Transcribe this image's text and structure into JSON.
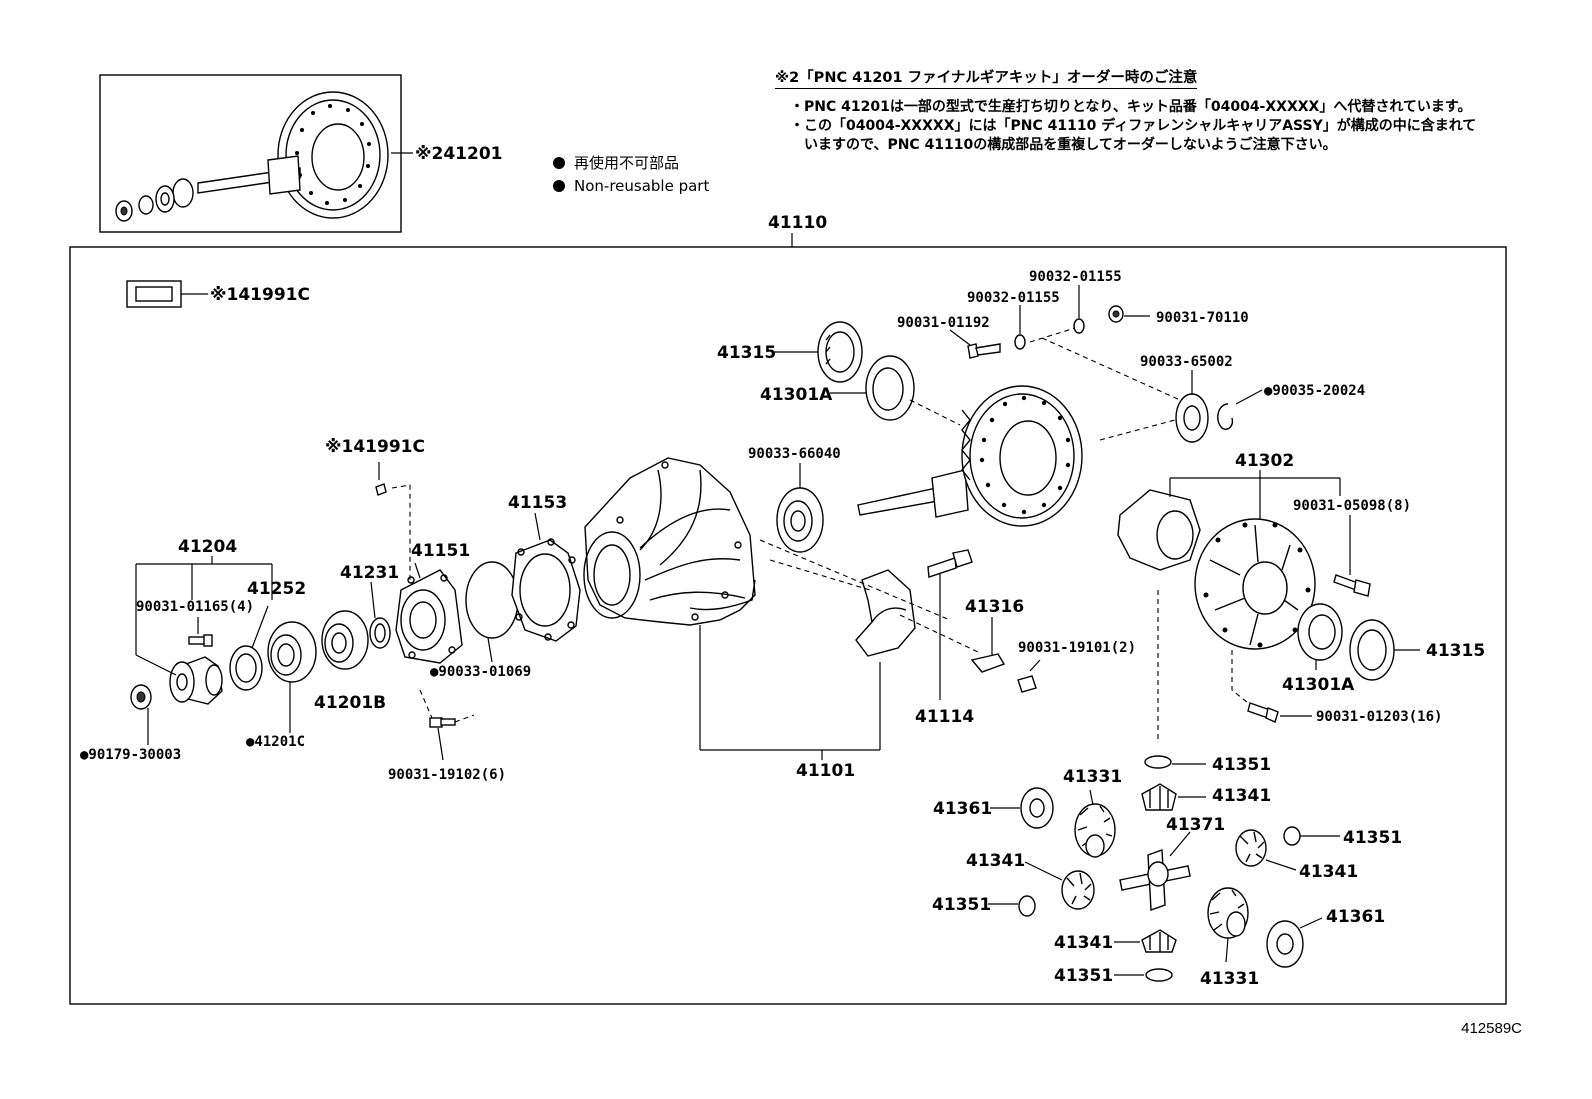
{
  "header_note": {
    "title": "※2「PNC 41201 ファイナルギアキット」オーダー時のご注意",
    "items": [
      "・PNC 41201は一部の型式で生産打ち切りとなり、キット品番「04004-XXXXX」へ代替されています。",
      "・この「04004-XXXXX」には「PNC 41110 ディファレンシャルキャリアASSY」が構成の中に含まれていますので、PNC 41110の構成部品を重複してオーダーしないようご注意下さい。"
    ]
  },
  "legend": {
    "jp": "再使用不可部品",
    "en": "Non-reusable part"
  },
  "figure_id": "412589C",
  "labels": {
    "kit_41201": "※241201",
    "assy_41110": "41110",
    "seal_41991c_top": "※141991C",
    "seal_41991c_mid": "※141991C",
    "p41204": "41204",
    "p41252": "41252",
    "p90031_01165": "90031-01165(4)",
    "p90179_30003": "●90179-30003",
    "p41201c": "●41201C",
    "p41201b": "41201B",
    "p41231": "41231",
    "p41151": "41151",
    "p90033_01069": "●90033-01069",
    "p90031_19102": "90031-19102(6)",
    "p41153": "41153",
    "p41101": "41101",
    "p90033_66040": "90033-66040",
    "p41315_top": "41315",
    "p41301a_top": "41301A",
    "p90031_01192": "90031-01192",
    "p90032_01155_a": "90032-01155",
    "p90032_01155_b": "90032-01155",
    "p90031_70110": "90031-70110",
    "p90033_65002": "90033-65002",
    "p90035_20024": "●90035-20024",
    "p41316": "41316",
    "p90031_19101": "90031-19101(2)",
    "p41114": "41114",
    "p41302": "41302",
    "p90031_05098": "90031-05098(8)",
    "p41315_right": "41315",
    "p41301a_right": "41301A",
    "p90031_01203": "90031-01203(16)",
    "p41351_a": "41351",
    "p41341_a": "41341",
    "p41331_a": "41331",
    "p41361_a": "41361",
    "p41371": "41371",
    "p41351_b": "41351",
    "p41341_b": "41341",
    "p41341_c": "41341",
    "p41351_c": "41351",
    "p41341_d": "41341",
    "p41361_b": "41361",
    "p41351_d": "41351",
    "p41331_b": "41331"
  }
}
